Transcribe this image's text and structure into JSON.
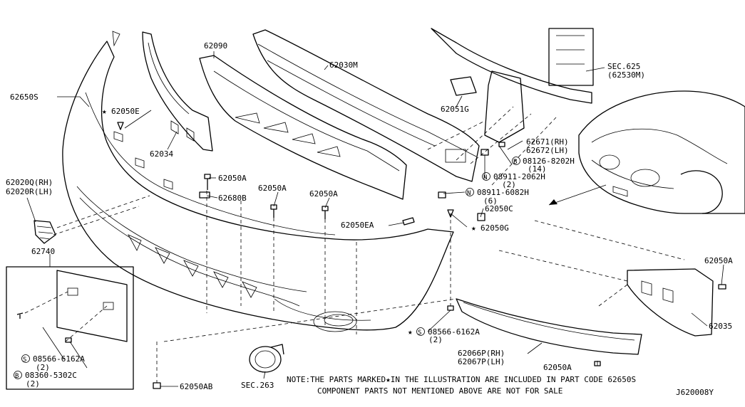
{
  "labels": {
    "p62650S": "62650S",
    "p62050E": "62050E",
    "p62034": "62034",
    "p62090": "62090",
    "p62030M": "62030M",
    "p62051G": "62051G",
    "sec625": "SEC.625",
    "sec625sub": "(62530M)",
    "p62671": "62671(RH)",
    "p62672": "62672(LH)",
    "b08126": "08126-8202H",
    "b08126qty": "(14)",
    "n08911a": "08911-2062H",
    "n08911aqty": "(2)",
    "n08911b": "08911-6082H",
    "n08911bqty": "(6)",
    "p62050C": "62050C",
    "p62050G": "62050G",
    "p62050EA": "62050EA",
    "p62050A_1": "62050A",
    "p62680B": "62680B",
    "p62050A_2": "62050A",
    "p62050A_3": "62050A",
    "p62020Q": "62020Q(RH)",
    "p62020R": "62020R(LH)",
    "p62740": "62740",
    "s08566a": "08566-6162A",
    "s08566aqty": "(2)",
    "b08360": "08360-5302C",
    "b08360qty": "(2)",
    "p62050AB": "62050AB",
    "sec263": "SEC.263",
    "s08566b": "08566-6162A",
    "s08566bqty": "(2)",
    "p62066P": "62066P(RH)",
    "p62067P": "62067P(LH)",
    "p62050A_4": "62050A",
    "p62050A_5": "62050A",
    "p62035": "62035"
  },
  "symbols": {
    "star": "★",
    "circle_b": "B",
    "circle_n": "N",
    "circle_s": "S"
  },
  "notes": {
    "line1": "NOTE:THE PARTS MARKED★IN THE ILLUSTRATION ARE INCLUDED IN PART CODE 62650S",
    "line2": "COMPONENT PARTS NOT MENTIONED ABOVE ARE NOT FOR SALE",
    "diagram_code": "J620008Y"
  }
}
